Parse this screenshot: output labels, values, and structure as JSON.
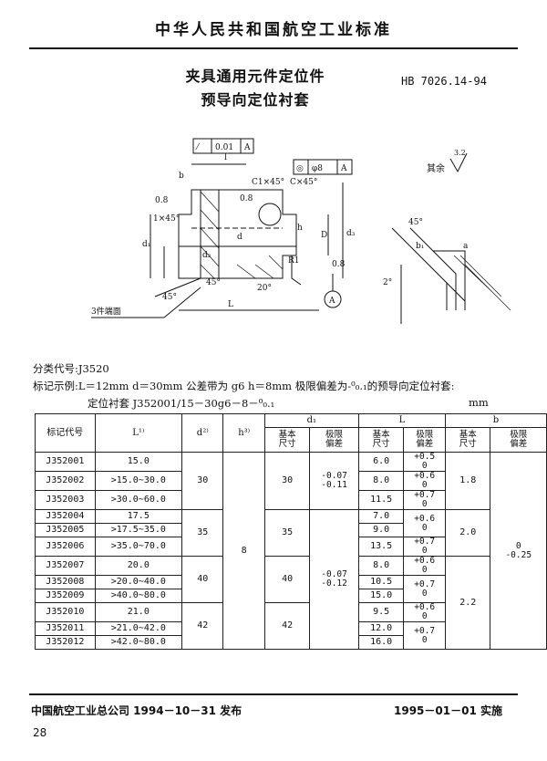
{
  "header": {
    "title": "中华人民共和国航空工业标准"
  },
  "doc": {
    "title_line1": "夹具通用元件定位件",
    "title_line2": "预导向定位衬套",
    "code": "HB 7026.14-94"
  },
  "drawing": {
    "tolerance_frame_1": [
      "⁄",
      "0.01",
      "A"
    ],
    "tolerance_frame_2": [
      "◎",
      "φ8",
      "A"
    ],
    "remaining_roughness": "其余",
    "roughness_value": "3.2",
    "labels": {
      "b": "b",
      "l": "l",
      "r08a": "0.8",
      "r08b": "0.8",
      "r08c": "0.8",
      "c1": "C1×45°",
      "c2": "C×45°",
      "chamfer": "1×45°",
      "d1": "d₁",
      "d": "d",
      "d2": "d₂",
      "D": "D",
      "d3": "d₃",
      "h": "h",
      "R1": "R1",
      "deg20": "20°",
      "deg45a": "45°",
      "deg45b": "45°",
      "deg45c": "45°",
      "L": "L",
      "tag_A": "A",
      "end_mark": "3件端面",
      "b1": "b₁",
      "a": "a",
      "ang": "2°"
    }
  },
  "text": {
    "category": "分类代号:J3520",
    "example": "标记示例:L＝12mm  d＝30mm 公差带为 g6  h＝8mm 极限偏差为-⁰₀.₁的预导向定位衬套:",
    "example2": "定位衬套   J352001/15－30g6－8－⁰₀.₁",
    "unit": "mm"
  },
  "table": {
    "headers": {
      "code": "标记代号",
      "L": "L¹⁾",
      "d": "d²⁾",
      "h": "h³⁾",
      "d1": "d₁",
      "Lg": "L",
      "b": "b",
      "basic": "基本",
      "size": "尺寸",
      "limit": "极限",
      "dev": "偏差"
    },
    "rows": [
      {
        "code": "J352001",
        "L": "15.0"
      },
      {
        "code": "J352002",
        "L": ">15.0~30.0"
      },
      {
        "code": "J352003",
        "L": ">30.0~60.0"
      },
      {
        "code": "J352004",
        "L": "17.5"
      },
      {
        "code": "J352005",
        "L": ">17.5~35.0"
      },
      {
        "code": "J352006",
        "L": ">35.0~70.0"
      },
      {
        "code": "J352007",
        "L": "20.0"
      },
      {
        "code": "J352008",
        "L": ">20.0~40.0"
      },
      {
        "code": "J352009",
        "L": ">40.0~80.0"
      },
      {
        "code": "J352010",
        "L": "21.0"
      },
      {
        "code": "J352011",
        "L": ">21.0~42.0"
      },
      {
        "code": "J352012",
        "L": ">42.0~80.0"
      }
    ],
    "d_vals": [
      "30",
      "35",
      "40",
      "42"
    ],
    "h_val": "8",
    "d1_vals": [
      "30",
      "35",
      "40",
      "42"
    ],
    "d1_dev_a": [
      "-0.07",
      "-0.11"
    ],
    "d1_dev_b": [
      "-0.07",
      "-0.12"
    ],
    "Lg_vals": [
      "6.0",
      "8.0",
      "11.5",
      "7.0",
      "9.0",
      "13.5",
      "8.0",
      "10.5",
      "15.0",
      "9.5",
      "12.0",
      "16.0"
    ],
    "Lg_devs": [
      [
        "+0.5",
        "0"
      ],
      [
        "+0.6",
        "0"
      ],
      [
        "+0.7",
        "0"
      ],
      [
        "+0.6",
        "0"
      ],
      [
        "+0.7",
        "0"
      ],
      [
        "+0.6",
        "0"
      ],
      [
        "+0.7",
        "0"
      ],
      [
        "+0.6",
        "0"
      ],
      [
        "+0.7",
        "0"
      ]
    ],
    "b_vals": [
      "1.8",
      "2.0",
      "2.2"
    ],
    "b_dev": [
      "0",
      "-0.25"
    ]
  },
  "footer": {
    "issuer": "中国航空工业总公司 1994－10－31 发布",
    "effective": "1995－01－01 实施",
    "page": "28"
  }
}
